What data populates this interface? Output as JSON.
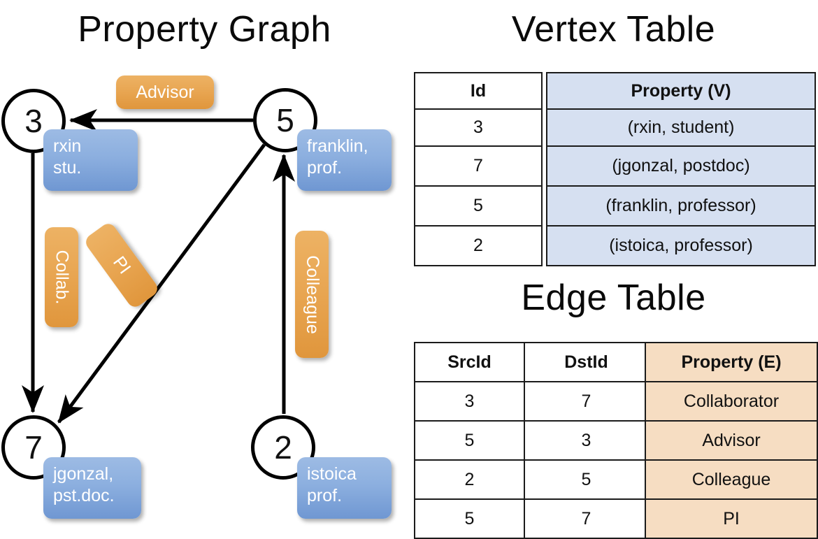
{
  "titles": {
    "property_graph": "Property Graph",
    "vertex_table": "Vertex Table",
    "edge_table": "Edge Table"
  },
  "graph": {
    "nodes": [
      {
        "id": "3",
        "label": "3",
        "property_line1": "rxin",
        "property_line2": "stu."
      },
      {
        "id": "5",
        "label": "5",
        "property_line1": "franklin,",
        "property_line2": "prof."
      },
      {
        "id": "7",
        "label": "7",
        "property_line1": "jgonzal,",
        "property_line2": "pst.doc."
      },
      {
        "id": "2",
        "label": "2",
        "property_line1": "istoica",
        "property_line2": "prof."
      }
    ],
    "edge_labels": [
      {
        "name": "advisor",
        "text": "Advisor"
      },
      {
        "name": "collab",
        "text": "Collab."
      },
      {
        "name": "pi",
        "text": "PI"
      },
      {
        "name": "colleague",
        "text": "Colleague"
      }
    ]
  },
  "vertex_table": {
    "headers": [
      "Id",
      "Property (V)"
    ],
    "rows": [
      {
        "id": "3",
        "property": "(rxin, student)"
      },
      {
        "id": "7",
        "property": "(jgonzal, postdoc)"
      },
      {
        "id": "5",
        "property": "(franklin, professor)"
      },
      {
        "id": "2",
        "property": "(istoica, professor)"
      }
    ]
  },
  "edge_table": {
    "headers": [
      "SrcId",
      "DstId",
      "Property (E)"
    ],
    "rows": [
      {
        "src": "3",
        "dst": "7",
        "property": "Collaborator"
      },
      {
        "src": "5",
        "dst": "3",
        "property": "Advisor"
      },
      {
        "src": "2",
        "dst": "5",
        "property": "Colleague"
      },
      {
        "src": "5",
        "dst": "7",
        "property": "PI"
      }
    ]
  },
  "colors": {
    "vertex_property_fill": "#d6e0f1",
    "edge_property_fill": "#f6ddc2",
    "badge_blue": "#8cafdf",
    "badge_orange": "#e8a551",
    "stroke": "#000000"
  }
}
